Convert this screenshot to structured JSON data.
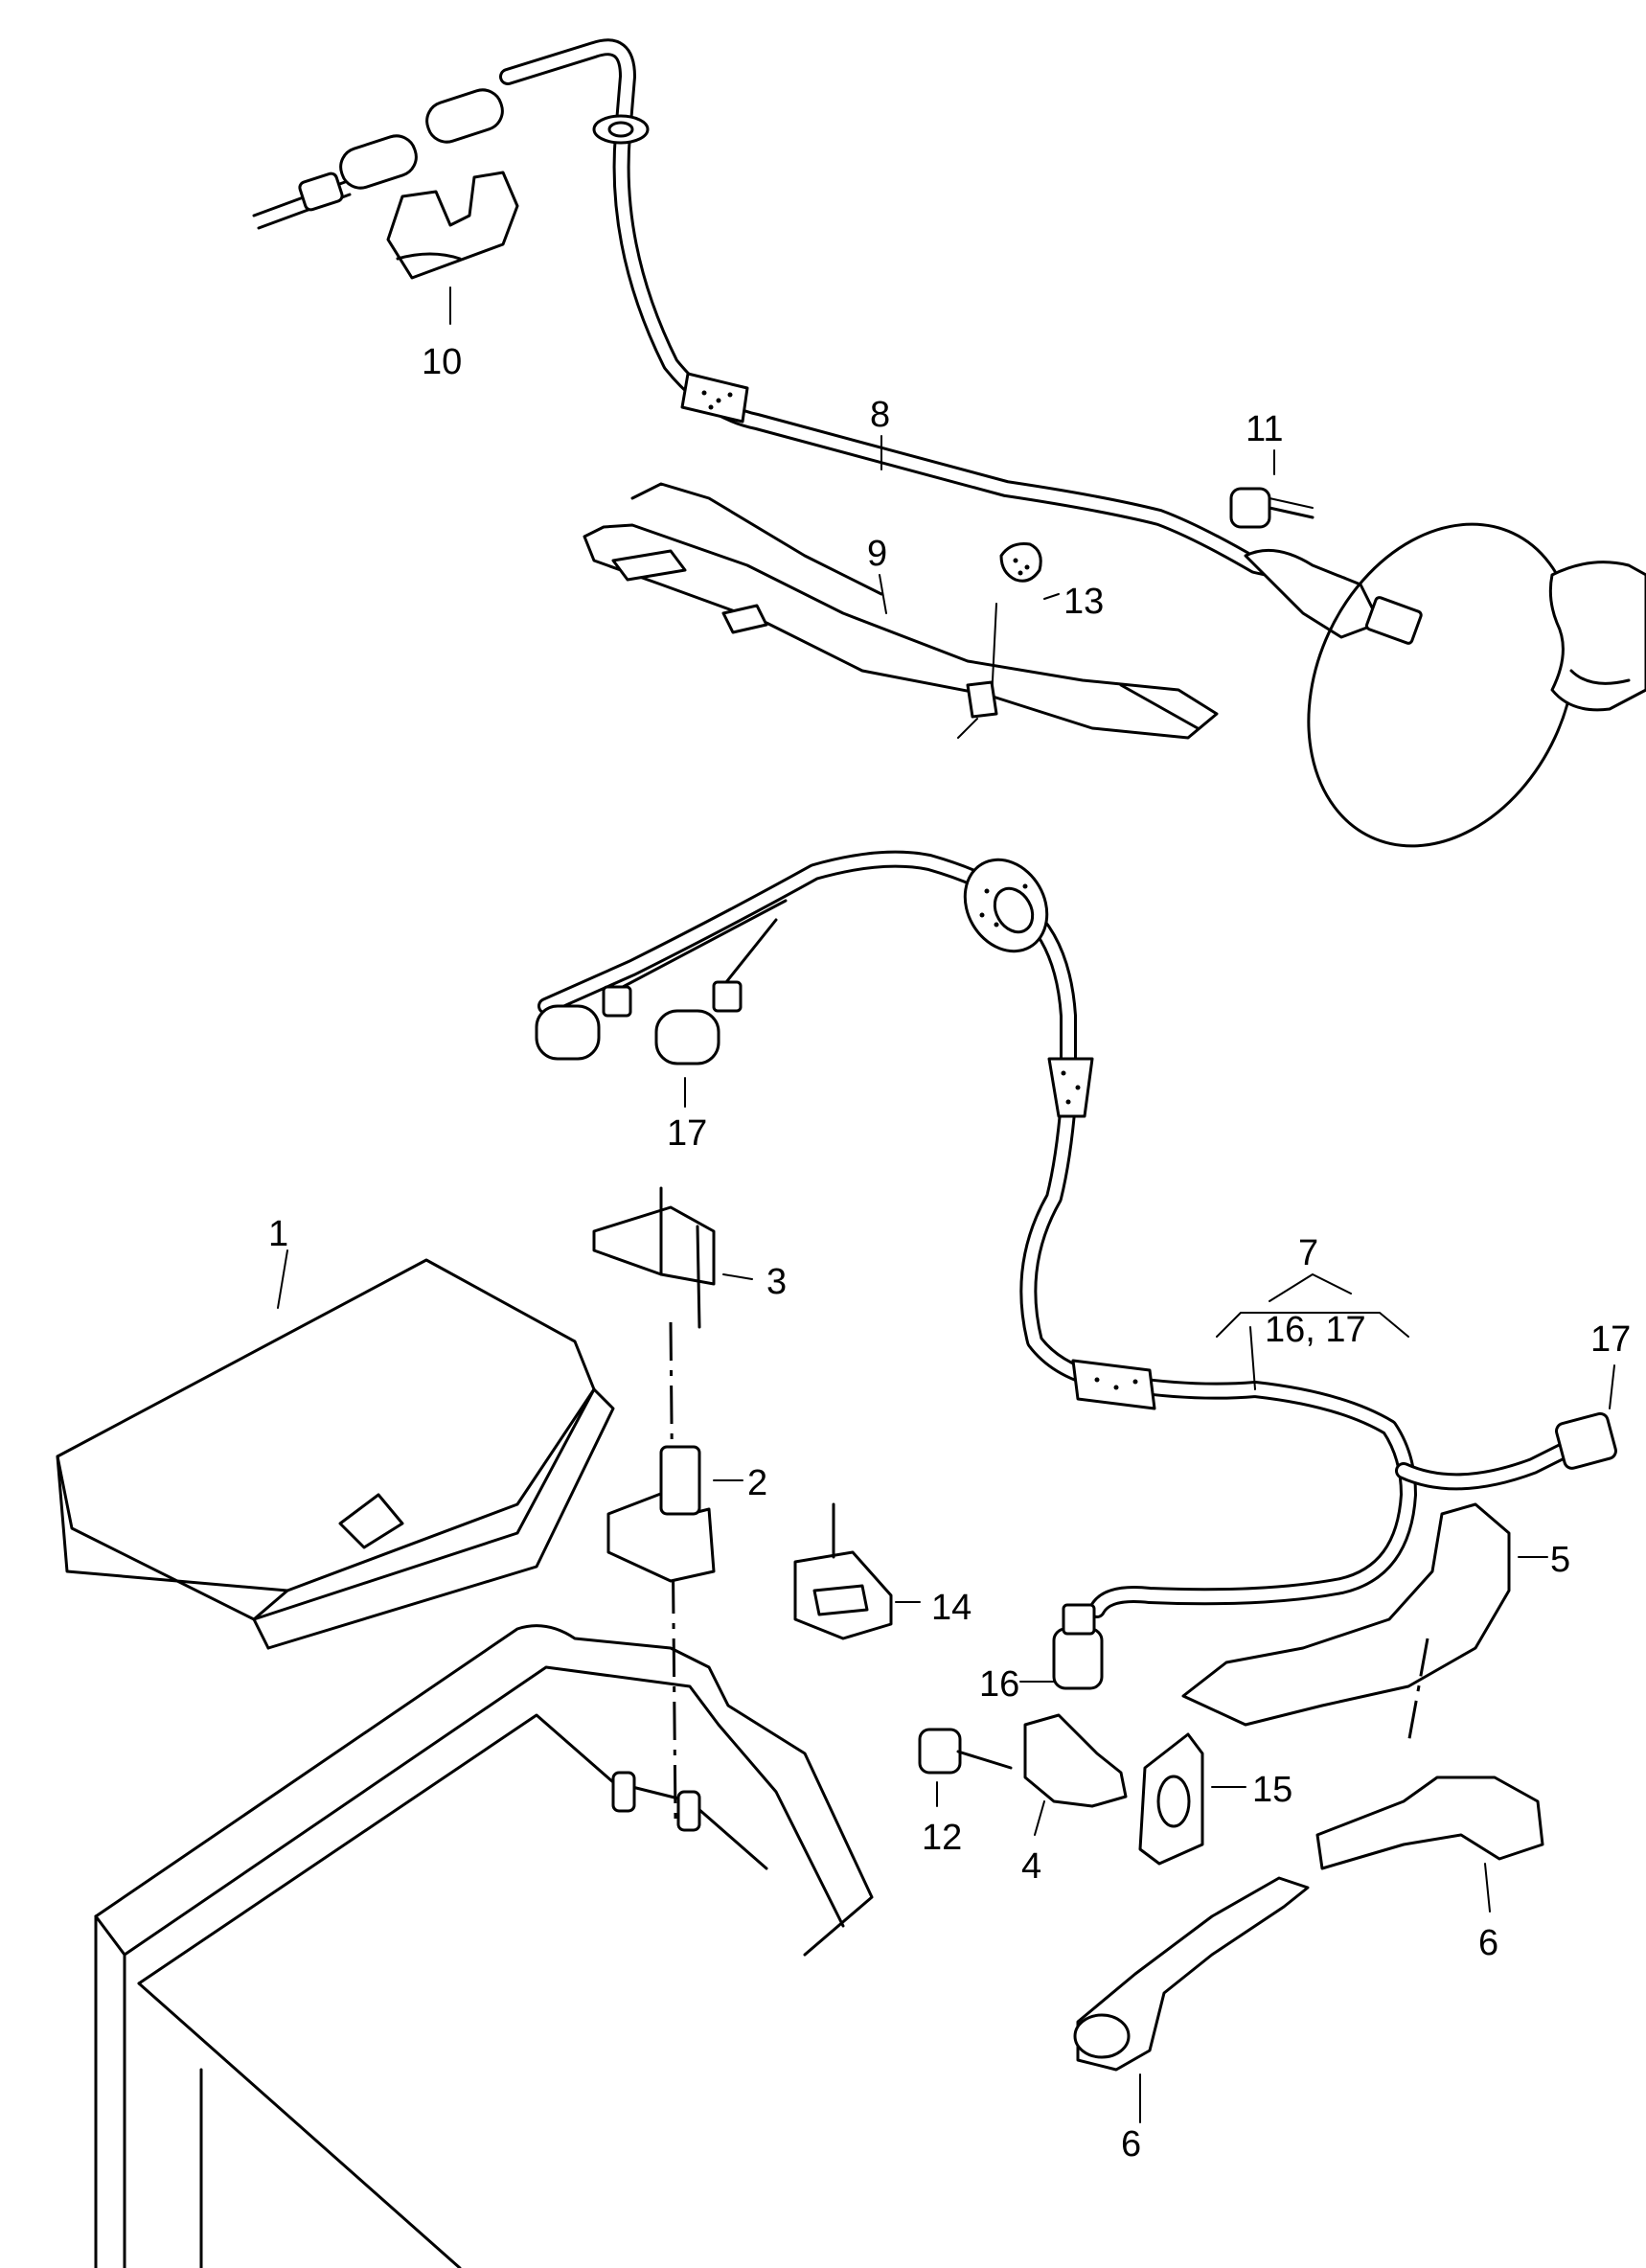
{
  "callouts": [
    {
      "id": "c1",
      "text": "1"
    },
    {
      "id": "c2",
      "text": "2"
    },
    {
      "id": "c3",
      "text": "3"
    },
    {
      "id": "c4",
      "text": "4"
    },
    {
      "id": "c5",
      "text": "5"
    },
    {
      "id": "c6a",
      "text": "6"
    },
    {
      "id": "c6b",
      "text": "6"
    },
    {
      "id": "c7",
      "text": "7"
    },
    {
      "id": "c7sub",
      "text": "16, 17"
    },
    {
      "id": "c8",
      "text": "8"
    },
    {
      "id": "c9",
      "text": "9"
    },
    {
      "id": "c10",
      "text": "10"
    },
    {
      "id": "c11",
      "text": "11"
    },
    {
      "id": "c12",
      "text": "12"
    },
    {
      "id": "c13",
      "text": "13"
    },
    {
      "id": "c14",
      "text": "14"
    },
    {
      "id": "c15",
      "text": "15"
    },
    {
      "id": "c16",
      "text": "16"
    },
    {
      "id": "c17a",
      "text": "17"
    },
    {
      "id": "c17b",
      "text": "17"
    }
  ]
}
